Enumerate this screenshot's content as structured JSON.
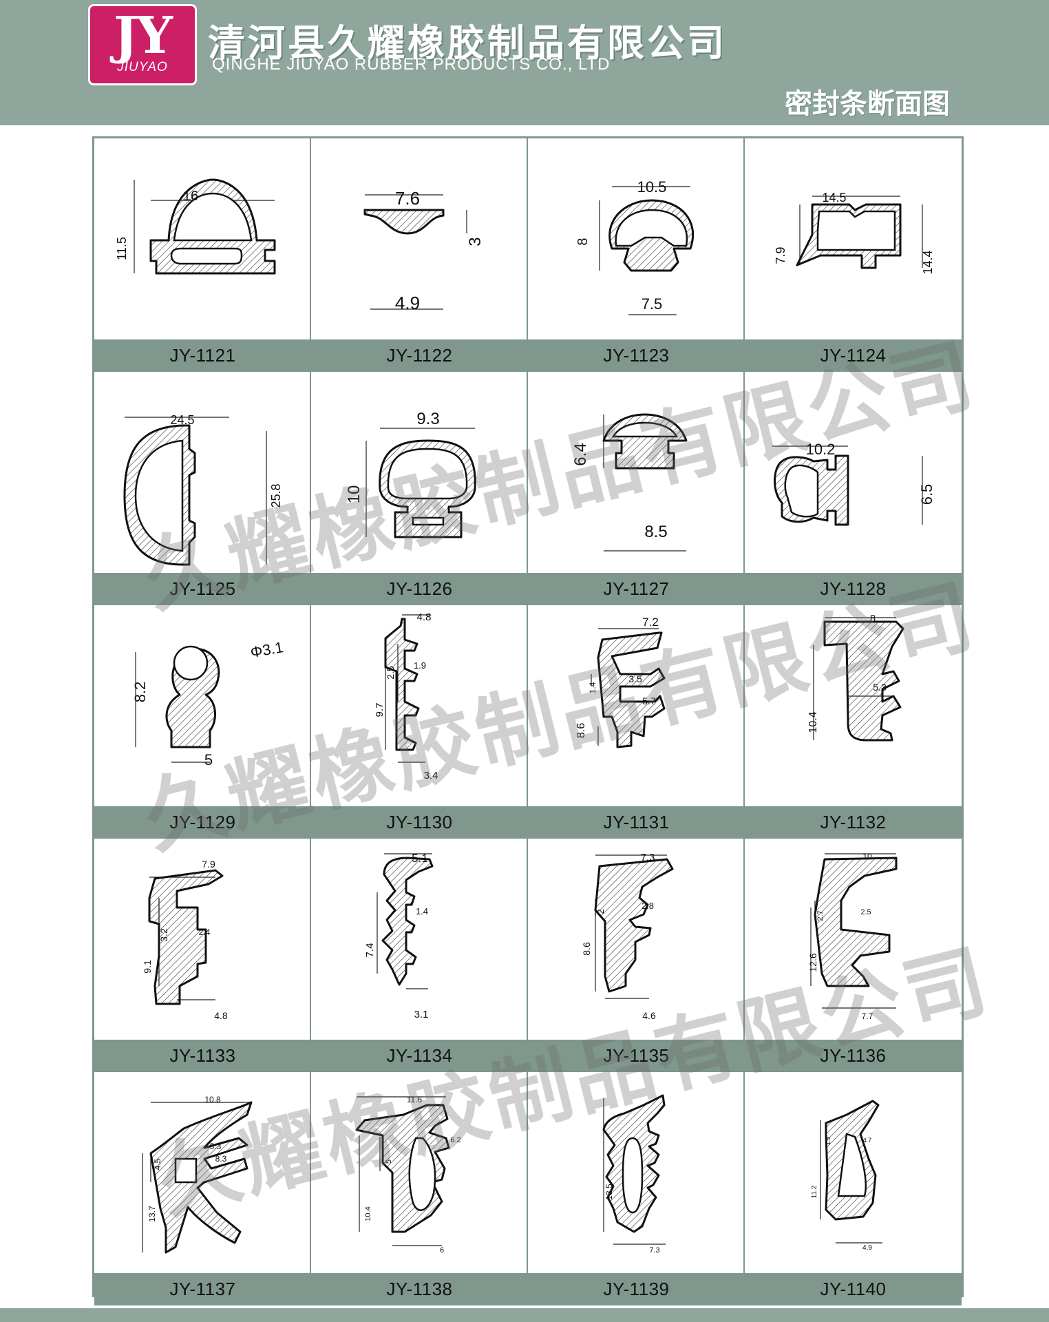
{
  "header": {
    "logo_mark": "JY",
    "logo_sub": "JIUYAO",
    "company_cn": "清河县久耀橡胶制品有限公司",
    "company_en": "QINGHE JIUYAO RUBBER PRODUCTS CO., LTD",
    "subtitle": "密封条断面图"
  },
  "colors": {
    "header_bg": "#8fa69c",
    "label_bar": "#7f978c",
    "logo_bg": "#cc1f66"
  },
  "watermark": [
    "久耀橡胶制品有限公司",
    "久耀橡胶制品有限公司",
    "久耀橡胶制品有限公司"
  ],
  "products": [
    {
      "code": "JY-1121",
      "dims": [
        "16",
        "11.5"
      ]
    },
    {
      "code": "JY-1122",
      "dims": [
        "7.6",
        "3",
        "4.9"
      ]
    },
    {
      "code": "JY-1123",
      "dims": [
        "10.5",
        "8",
        "7.5"
      ]
    },
    {
      "code": "JY-1124",
      "dims": [
        "14.5",
        "7.9",
        "14.4"
      ]
    },
    {
      "code": "JY-1125",
      "dims": [
        "24.5",
        "25.8"
      ]
    },
    {
      "code": "JY-1126",
      "dims": [
        "9.3",
        "10"
      ]
    },
    {
      "code": "JY-1127",
      "dims": [
        "6.4",
        "8.5"
      ]
    },
    {
      "code": "JY-1128",
      "dims": [
        "10.2",
        "6.5"
      ]
    },
    {
      "code": "JY-1129",
      "dims": [
        "8.2",
        "Φ3.1",
        "5"
      ]
    },
    {
      "code": "JY-1130",
      "dims": [
        "4.8",
        "2.5",
        "1.9",
        "9.7",
        "3.4"
      ]
    },
    {
      "code": "JY-1131",
      "dims": [
        "7.2",
        "1.4",
        "3.5",
        "5.7",
        "8.6"
      ]
    },
    {
      "code": "JY-1132",
      "dims": [
        "8",
        "5.3",
        "10.4"
      ]
    },
    {
      "code": "JY-1133",
      "dims": [
        "7.9",
        "3.2",
        "2.4",
        "9.1",
        "4.8"
      ]
    },
    {
      "code": "JY-1134",
      "dims": [
        "5.1",
        "1.4",
        "7.4",
        "3.1"
      ]
    },
    {
      "code": "JY-1135",
      "dims": [
        "7.3",
        "2",
        "2.8",
        "8.6",
        "4.6"
      ]
    },
    {
      "code": "JY-1136",
      "dims": [
        "10",
        "2.7",
        "2.5",
        "12.6",
        "7.7"
      ]
    },
    {
      "code": "JY-1137",
      "dims": [
        "10.8",
        "5.3",
        "4.5",
        "8.3",
        "13.7"
      ]
    },
    {
      "code": "JY-1138",
      "dims": [
        "11.6",
        "6.2",
        "5",
        "10.4",
        "6"
      ]
    },
    {
      "code": "JY-1139",
      "dims": [
        "13.5",
        "7.3"
      ]
    },
    {
      "code": "JY-1140",
      "dims": [
        "1.5",
        "4.7",
        "11.2",
        "4.9"
      ]
    }
  ]
}
